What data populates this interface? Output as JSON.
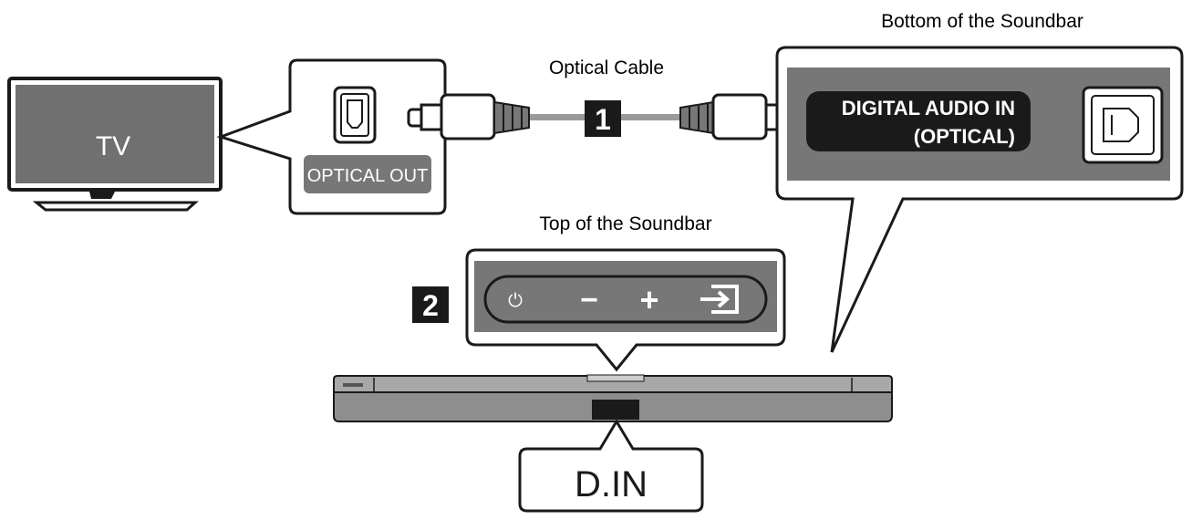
{
  "labels": {
    "bottom_of_soundbar": "Bottom of the Soundbar",
    "optical_cable": "Optical Cable",
    "top_of_soundbar": "Top of the Soundbar",
    "tv": "TV",
    "optical_out": "OPTICAL OUT",
    "digital_audio_in_line1": "DIGITAL AUDIO IN",
    "digital_audio_in_line2": "(OPTICAL)",
    "step_1": "1",
    "step_2": "2",
    "display_text": "D.IN"
  },
  "buttons": {
    "power_symbol": "⏻",
    "minus": "−",
    "plus": "+"
  },
  "colors": {
    "panel_gray": "#777777",
    "dark": "#1a1a1a",
    "tv_screen": "#707070",
    "soundbar": "#8e8e8e",
    "cable": "#9a9a9a"
  }
}
